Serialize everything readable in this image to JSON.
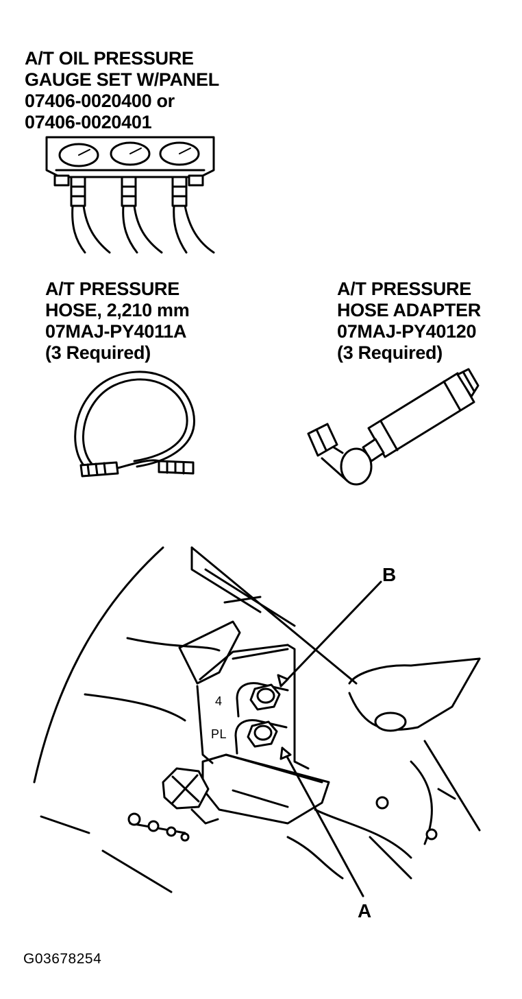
{
  "gauge_set": {
    "lines": [
      "A/T OIL PRESSURE",
      "GAUGE SET W/PANEL",
      "07406-0020400 or",
      "07406-0020401"
    ]
  },
  "pressure_hose": {
    "lines": [
      "A/T PRESSURE",
      "HOSE, 2,210 mm",
      "07MAJ-PY4011A",
      "(3 Required)"
    ]
  },
  "hose_adapter": {
    "lines": [
      "A/T PRESSURE",
      "HOSE ADAPTER",
      "07MAJ-PY40120",
      "(3 Required)"
    ]
  },
  "callouts": {
    "a": "A",
    "b": "B"
  },
  "port_marks": {
    "top": "4",
    "bottom": "PL"
  },
  "figure_code": "G03678254"
}
